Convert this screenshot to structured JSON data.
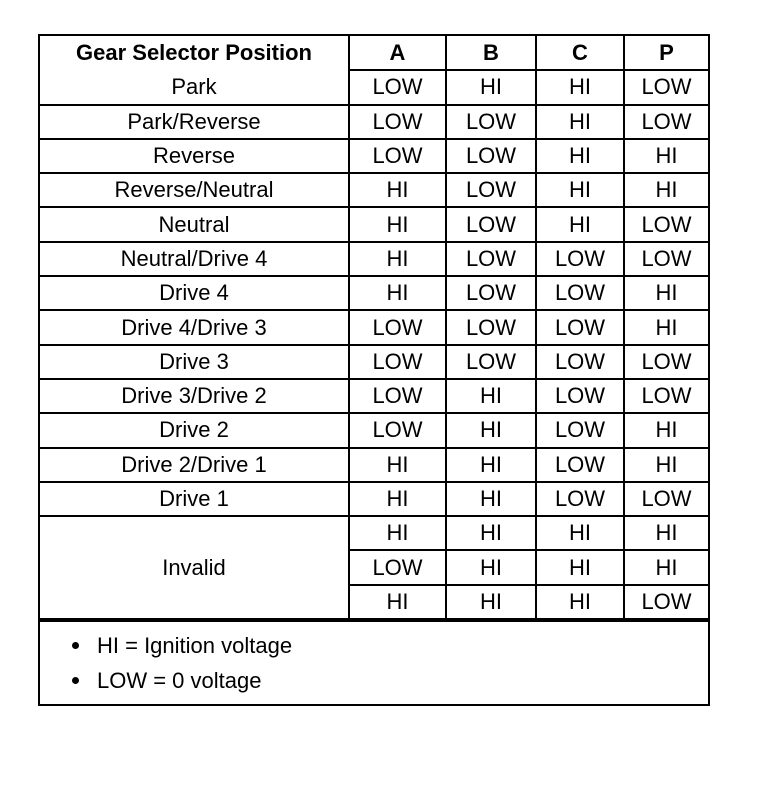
{
  "table": {
    "header": {
      "label": "Gear Selector Position",
      "columns": [
        "A",
        "B",
        "C",
        "P"
      ]
    },
    "rows": [
      {
        "label": "Park",
        "values": [
          "LOW",
          "HI",
          "HI",
          "LOW"
        ]
      },
      {
        "label": "Park/Reverse",
        "values": [
          "LOW",
          "LOW",
          "HI",
          "LOW"
        ]
      },
      {
        "label": "Reverse",
        "values": [
          "LOW",
          "LOW",
          "HI",
          "HI"
        ]
      },
      {
        "label": "Reverse/Neutral",
        "values": [
          "HI",
          "LOW",
          "HI",
          "HI"
        ]
      },
      {
        "label": "Neutral",
        "values": [
          "HI",
          "LOW",
          "HI",
          "LOW"
        ]
      },
      {
        "label": "Neutral/Drive 4",
        "values": [
          "HI",
          "LOW",
          "LOW",
          "LOW"
        ]
      },
      {
        "label": "Drive 4",
        "values": [
          "HI",
          "LOW",
          "LOW",
          "HI"
        ]
      },
      {
        "label": "Drive 4/Drive 3",
        "values": [
          "LOW",
          "LOW",
          "LOW",
          "HI"
        ]
      },
      {
        "label": "Drive 3",
        "values": [
          "LOW",
          "LOW",
          "LOW",
          "LOW"
        ]
      },
      {
        "label": "Drive 3/Drive 2",
        "values": [
          "LOW",
          "HI",
          "LOW",
          "LOW"
        ]
      },
      {
        "label": "Drive 2",
        "values": [
          "LOW",
          "HI",
          "LOW",
          "HI"
        ]
      },
      {
        "label": "Drive 2/Drive 1",
        "values": [
          "HI",
          "HI",
          "LOW",
          "HI"
        ]
      },
      {
        "label": "Drive 1",
        "values": [
          "HI",
          "HI",
          "LOW",
          "LOW"
        ]
      }
    ],
    "invalid": {
      "label": "Invalid",
      "rows": [
        [
          "HI",
          "HI",
          "HI",
          "HI"
        ],
        [
          "LOW",
          "HI",
          "HI",
          "HI"
        ],
        [
          "HI",
          "HI",
          "HI",
          "LOW"
        ]
      ]
    }
  },
  "notes": [
    "HI = Ignition voltage",
    "LOW = 0 voltage"
  ]
}
